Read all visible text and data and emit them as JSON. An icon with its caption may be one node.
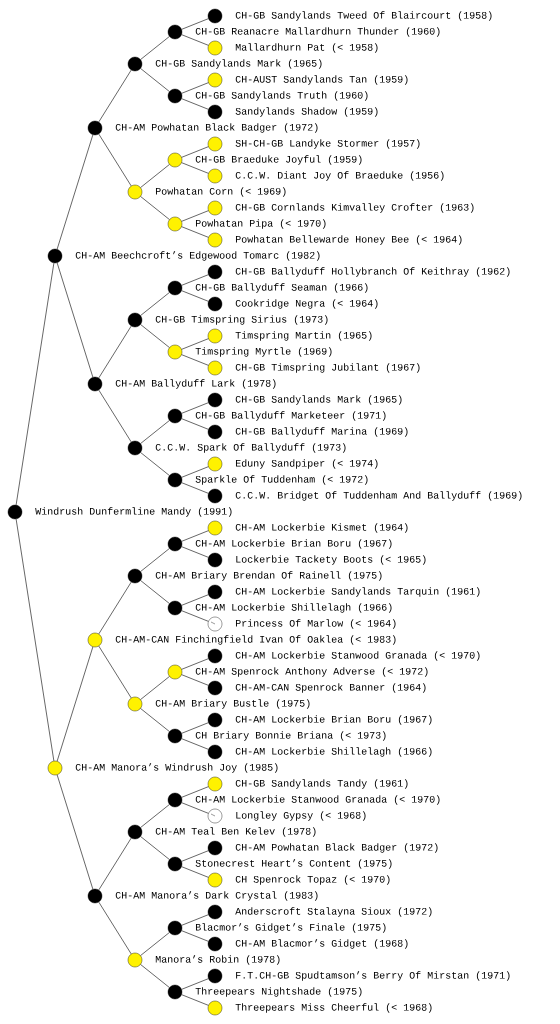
{
  "diagram": {
    "nodes": [
      {
        "text": [
          "CH-GB Sandylands Tweed Of Blaircourt (1958)"
        ]
      },
      {
        "text": [
          "CH-GB Reanacre Mallardhurn Thunder (1960)"
        ]
      },
      {
        "text": [
          "Mallardhurn Pat (< 1958)"
        ]
      },
      {
        "text": [
          "CH-GB Sandylands Mark (1965)"
        ]
      },
      {
        "text": [
          "CH-AUST Sandylands Tan (1959)"
        ]
      },
      {
        "text": [
          "CH-GB Sandylands Truth (1960)"
        ]
      },
      {
        "text": [
          "Sandylands Shadow (1959)"
        ]
      },
      {
        "text": [
          "CH-AM Powhatan Black Badger (1972)"
        ]
      },
      {
        "text": [
          "SH-CH-GB Landyke Stormer (1957)"
        ]
      },
      {
        "text": [
          "CH-GB Braeduke Joyful (1959)"
        ]
      },
      {
        "text": [
          "C.C.W. Diant Joy Of Braeduke (1956)"
        ]
      },
      {
        "text": [
          "Powhatan Corn (< 1969)"
        ]
      },
      {
        "text": [
          "CH-GB Cornlands Kimvalley Crofter (1963)"
        ]
      },
      {
        "text": [
          "Powhatan Pipa (< 1970)"
        ]
      },
      {
        "text": [
          "Powhatan Bellewarde Honey Bee (< 1964)"
        ]
      },
      {
        "text": [
          "CH-AM Beechcroft’s Edgewood Tomarc (1982)"
        ]
      },
      {
        "text": [
          "CH-GB Ballyduff Hollybranch Of Keithray (1962)"
        ]
      },
      {
        "text": [
          "CH-GB Ballyduff Seaman (1966)"
        ]
      },
      {
        "text": [
          "Cookridge Negra (< 1964)"
        ]
      },
      {
        "text": [
          "CH-GB Timspring Sirius (1973)"
        ]
      },
      {
        "text": [
          "Timspring Martin (1965)"
        ]
      },
      {
        "text": [
          "Timspring Myrtle (1969)"
        ]
      },
      {
        "text": [
          "CH-GB Timspring Jubilant (1967)"
        ]
      },
      {
        "text": [
          "CH-AM Ballyduff Lark (1978)"
        ]
      },
      {
        "text": [
          "CH-GB Sandylands Mark (1965)"
        ]
      },
      {
        "text": [
          "CH-GB Ballyduff Marketeer (1971)"
        ]
      },
      {
        "text": [
          "CH-GB Ballyduff Marina (1969)"
        ]
      },
      {
        "text": [
          "C.C.W. Spark Of Ballyduff (1973)"
        ]
      },
      {
        "text": [
          "Eduny Sandpiper (< 1974)"
        ]
      },
      {
        "text": [
          "Sparkle Of Tuddenham (< 1972)"
        ]
      },
      {
        "text": [
          "C.C.W. Bridget Of Tuddenham And Ballyduff (1969)"
        ]
      },
      {
        "text": [
          "Windrush Dunfermline Mandy (1991)"
        ]
      },
      {
        "text": [
          "CH-AM Lockerbie Kismet (1964)"
        ]
      },
      {
        "text": [
          "CH-AM Lockerbie Brian Boru (1967)"
        ]
      },
      {
        "text": [
          "Lockerbie Tackety Boots (< 1965)"
        ]
      },
      {
        "text": [
          "CH-AM Briary Brendan Of Rainell (1975)"
        ]
      },
      {
        "text": [
          "CH-AM Lockerbie Sandylands Tarquin (1961)"
        ]
      },
      {
        "text": [
          "CH-AM Lockerbie Shillelagh (1966)"
        ]
      },
      {
        "text": [
          "Princess Of Marlow (< 1964)"
        ]
      },
      {
        "text": [
          "CH-AM-CAN Finchingfield Ivan Of Oaklea (< 1983)"
        ]
      },
      {
        "text": [
          "CH-AM Lockerbie Stanwood Granada (< 1970)"
        ]
      },
      {
        "text": [
          "CH-AM Spenrock Anthony Adverse (< 1972)"
        ]
      },
      {
        "text": [
          "CH-AM-CAN Spenrock Banner (1964)"
        ]
      },
      {
        "text": [
          "CH-AM Briary Bustle (1975)"
        ]
      },
      {
        "text": [
          "CH-AM Lockerbie Brian Boru (1967)"
        ]
      },
      {
        "text": [
          "CH Briary Bonnie Briana (< 1973)"
        ]
      },
      {
        "text": [
          "CH-AM Lockerbie Shillelagh (1966)"
        ]
      },
      {
        "text": [
          "CH-AM Manora’s Windrush Joy (1985)"
        ]
      },
      {
        "text": [
          "CH-GB Sandylands Tandy (1961)"
        ]
      },
      {
        "text": [
          "CH-AM Lockerbie Stanwood Granada (< 1970)"
        ]
      },
      {
        "text": [
          "Longley Gypsy (< 1968)"
        ]
      },
      {
        "text": [
          "CH-AM Teal Ben Kelev (1978)"
        ]
      },
      {
        "text": [
          "CH-AM Powhatan Black Badger (1972)"
        ]
      },
      {
        "text": [
          "Stonecrest Heart’s Content (1975)"
        ]
      },
      {
        "text": [
          "CH Spenrock Topaz (< 1970)"
        ]
      },
      {
        "text": [
          "CH-AM Manora’s Dark Crystal (1983)"
        ]
      },
      {
        "text": [
          "Anderscroft Stalayna Sioux (1972)"
        ]
      },
      {
        "text": [
          "Blacmor’s Gidget’s Finale (1975)"
        ]
      },
      {
        "text": [
          "CH-AM Blacmor’s Gidget (1968)"
        ]
      },
      {
        "text": [
          "Manora’s Robin (1978)"
        ]
      },
      {
        "text": [
          "F.T.CH-GB Spudtamson’s Berry Of Mirstan (1971)"
        ]
      },
      {
        "text": [
          "Threepears Nightshade (1975)"
        ]
      },
      {
        "text": [
          "Threepears Miss Cheerful (< 1968)"
        ]
      }
    ],
    "edges": [
      {
        "from": 1,
        "to": 0,
        "arrow": "none"
      },
      {
        "from": 1,
        "to": 2,
        "arrow": "none"
      },
      {
        "from": 3,
        "to": 1,
        "arrow": "none"
      },
      {
        "from": 3,
        "to": 5,
        "arrow": "none"
      },
      {
        "from": 5,
        "to": 4,
        "arrow": "none"
      },
      {
        "from": 5,
        "to": 6,
        "arrow": "none"
      },
      {
        "from": 7,
        "to": 3,
        "arrow": "none"
      },
      {
        "from": 7,
        "to": 11,
        "arrow": "none"
      },
      {
        "from": 9,
        "to": 8,
        "arrow": "none"
      },
      {
        "from": 9,
        "to": 10,
        "arrow": "none"
      },
      {
        "from": 11,
        "to": 9,
        "arrow": "none"
      },
      {
        "from": 11,
        "to": 13,
        "arrow": "none"
      },
      {
        "from": 13,
        "to": 12,
        "arrow": "none"
      },
      {
        "from": 13,
        "to": 14,
        "arrow": "none"
      },
      {
        "from": 15,
        "to": 7,
        "arrow": "none"
      },
      {
        "from": 15,
        "to": 23,
        "arrow": "none"
      },
      {
        "from": 17,
        "to": 16,
        "arrow": "none"
      },
      {
        "from": 17,
        "to": 18,
        "arrow": "none"
      },
      {
        "from": 19,
        "to": 17,
        "arrow": "none"
      },
      {
        "from": 19,
        "to": 21,
        "arrow": "none"
      },
      {
        "from": 21,
        "to": 20,
        "arrow": "none"
      },
      {
        "from": 21,
        "to": 22,
        "arrow": "none"
      },
      {
        "from": 23,
        "to": 19,
        "arrow": "none"
      },
      {
        "from": 23,
        "to": 27,
        "arrow": "none"
      },
      {
        "from": 25,
        "to": 24,
        "arrow": "none"
      },
      {
        "from": 25,
        "to": 26,
        "arrow": "none"
      },
      {
        "from": 27,
        "to": 25,
        "arrow": "none"
      },
      {
        "from": 27,
        "to": 29,
        "arrow": "none"
      },
      {
        "from": 29,
        "to": 28,
        "arrow": "none"
      },
      {
        "from": 29,
        "to": 30,
        "arrow": "none"
      },
      {
        "from": 31,
        "to": 15,
        "arrow": "none"
      },
      {
        "from": 31,
        "to": 47,
        "arrow": "none"
      },
      {
        "from": 33,
        "to": 32,
        "arrow": "none"
      },
      {
        "from": 33,
        "to": 34,
        "arrow": "none"
      },
      {
        "from": 35,
        "to": 33,
        "arrow": "none"
      },
      {
        "from": 35,
        "to": 37,
        "arrow": "none"
      },
      {
        "from": 37,
        "to": 36,
        "arrow": "none"
      },
      {
        "from": 37,
        "to": 38,
        "arrow": "none"
      },
      {
        "from": 39,
        "to": 35,
        "arrow": "none"
      },
      {
        "from": 39,
        "to": 43,
        "arrow": "none"
      },
      {
        "from": 41,
        "to": 40,
        "arrow": "none"
      },
      {
        "from": 41,
        "to": 42,
        "arrow": "none"
      },
      {
        "from": 43,
        "to": 41,
        "arrow": "none"
      },
      {
        "from": 43,
        "to": 45,
        "arrow": "none"
      },
      {
        "from": 45,
        "to": 44,
        "arrow": "none"
      },
      {
        "from": 45,
        "to": 46,
        "arrow": "none"
      },
      {
        "from": 47,
        "to": 39,
        "arrow": "none"
      },
      {
        "from": 47,
        "to": 55,
        "arrow": "none"
      },
      {
        "from": 49,
        "to": 48,
        "arrow": "none"
      },
      {
        "from": 49,
        "to": 50,
        "arrow": "none"
      },
      {
        "from": 51,
        "to": 49,
        "arrow": "none"
      },
      {
        "from": 51,
        "to": 53,
        "arrow": "none"
      },
      {
        "from": 53,
        "to": 52,
        "arrow": "none"
      },
      {
        "from": 53,
        "to": 54,
        "arrow": "none"
      },
      {
        "from": 55,
        "to": 51,
        "arrow": "none"
      },
      {
        "from": 55,
        "to": 59,
        "arrow": "none"
      },
      {
        "from": 57,
        "to": 56,
        "arrow": "none"
      },
      {
        "from": 57,
        "to": 58,
        "arrow": "none"
      },
      {
        "from": 59,
        "to": 57,
        "arrow": "none"
      },
      {
        "from": 59,
        "to": 61,
        "arrow": "none"
      },
      {
        "from": 61,
        "to": 60,
        "arrow": "none"
      },
      {
        "from": 61,
        "to": 62,
        "arrow": "none"
      }
    ]
  }
}
